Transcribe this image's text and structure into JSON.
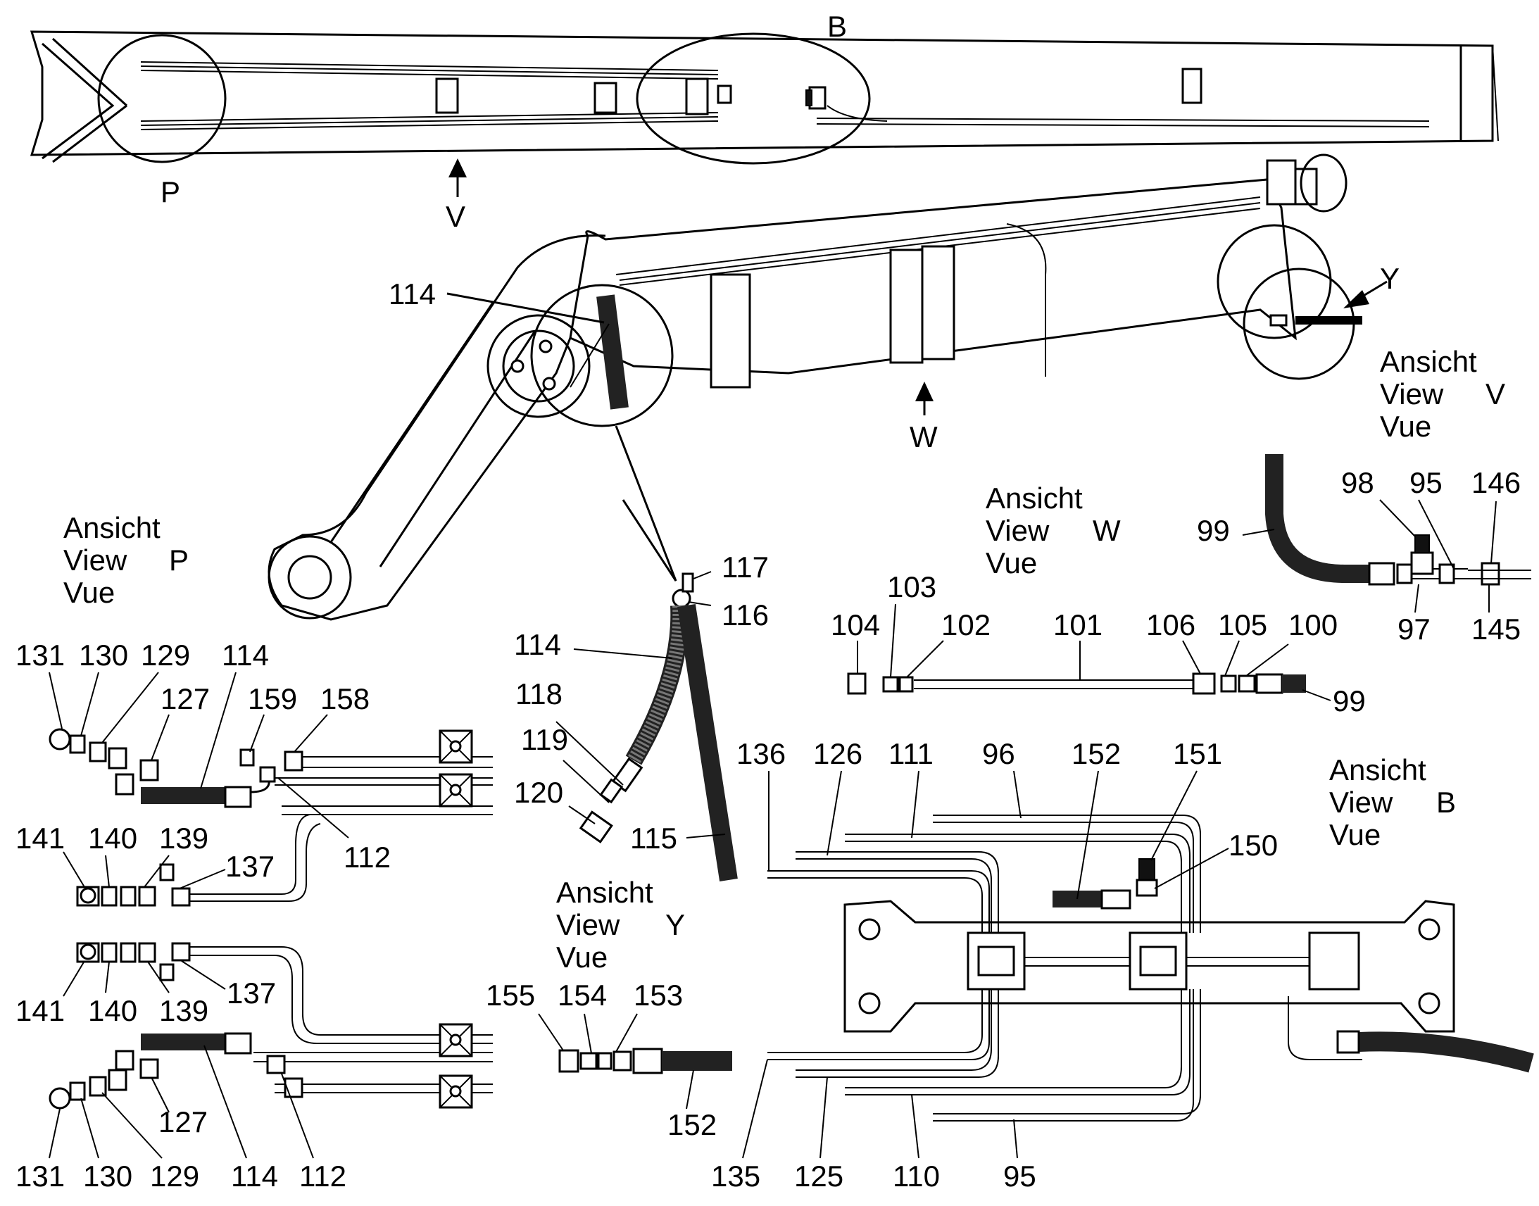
{
  "views": {
    "P": {
      "line1": "Ansicht",
      "line2": "View",
      "letter": "P",
      "line3": "Vue"
    },
    "V": {
      "line1": "Ansicht",
      "line2": "View",
      "letter": "V",
      "line3": "Vue"
    },
    "W": {
      "line1": "Ansicht",
      "line2": "View",
      "letter": "W",
      "line3": "Vue"
    },
    "B": {
      "line1": "Ansicht",
      "line2": "View",
      "letter": "B",
      "line3": "Vue"
    },
    "Y": {
      "line1": "Ansicht",
      "line2": "View",
      "letter": "Y",
      "line3": "Vue"
    }
  },
  "markers": {
    "B": "B",
    "P": "P",
    "V": "V",
    "W": "W",
    "Y": "Y"
  },
  "parts": {
    "top": {
      "p114": "114"
    },
    "detail": {
      "p117": "117",
      "p116": "116",
      "p114": "114",
      "p118": "118",
      "p119": "119",
      "p120": "120",
      "p115": "115"
    },
    "viewP_upper": {
      "p131": "131",
      "p130": "130",
      "p129": "129",
      "p114": "114",
      "p127": "127",
      "p159": "159",
      "p158": "158",
      "p141": "141",
      "p140": "140",
      "p139": "139",
      "p137": "137",
      "p112": "112"
    },
    "viewP_lower": {
      "p141": "141",
      "p140": "140",
      "p139": "139",
      "p137": "137",
      "p127": "127",
      "p131": "131",
      "p130": "130",
      "p129": "129",
      "p114": "114",
      "p112": "112"
    },
    "viewY": {
      "p155": "155",
      "p154": "154",
      "p153": "153",
      "p152": "152"
    },
    "viewW": {
      "p104": "104",
      "p103": "103",
      "p102": "102",
      "p101": "101",
      "p106": "106",
      "p105": "105",
      "p100": "100",
      "p99": "99"
    },
    "viewV": {
      "p98": "98",
      "p95": "95",
      "p146": "146",
      "p99": "99",
      "p97": "97",
      "p145": "145"
    },
    "viewB": {
      "p136": "136",
      "p126": "126",
      "p111": "111",
      "p96": "96",
      "p152": "152",
      "p151": "151",
      "p150": "150",
      "p135": "135",
      "p125": "125",
      "p110": "110",
      "p95": "95"
    }
  },
  "colors": {
    "ink": "#000000",
    "paper": "#ffffff",
    "hose": "#222222"
  }
}
